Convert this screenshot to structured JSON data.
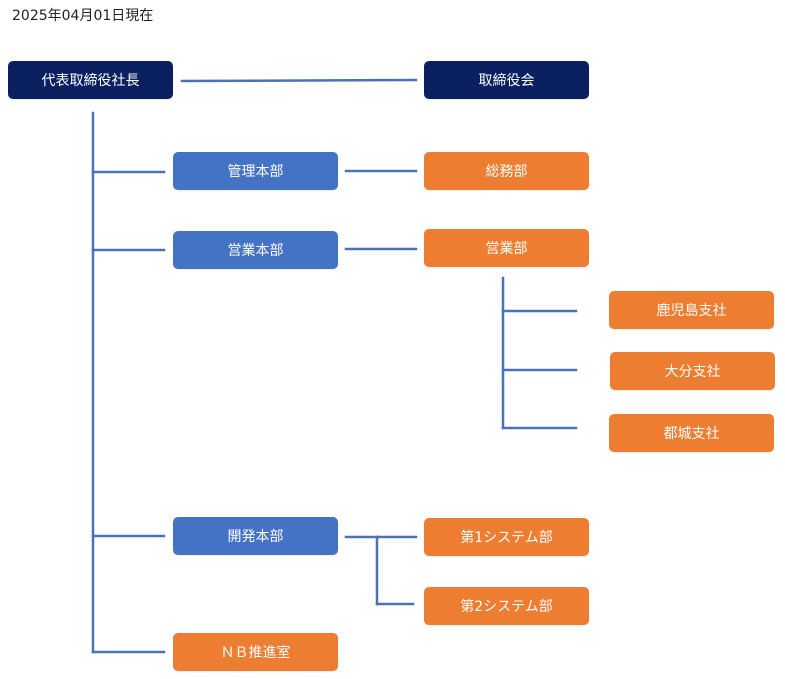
{
  "header": {
    "as_of": "2025年04月01日現在"
  },
  "colors": {
    "executive": "#0b2060",
    "division": "#4472c4",
    "department": "#ed7d31",
    "connector": "#4a72b8"
  },
  "org": {
    "ceo": "代表取締役社長",
    "board": "取締役会",
    "admin_division": "管理本部",
    "general_affairs": "総務部",
    "sales_division": "営業本部",
    "sales_dept": "営業部",
    "kagoshima_branch": "鹿児島支社",
    "oita_branch": "大分支社",
    "miyakonojo_branch": "都城支社",
    "dev_division": "開発本部",
    "system_dept_1": "第1システム部",
    "system_dept_2": "第2システム部",
    "nb_office": "ＮＢ推進室"
  }
}
